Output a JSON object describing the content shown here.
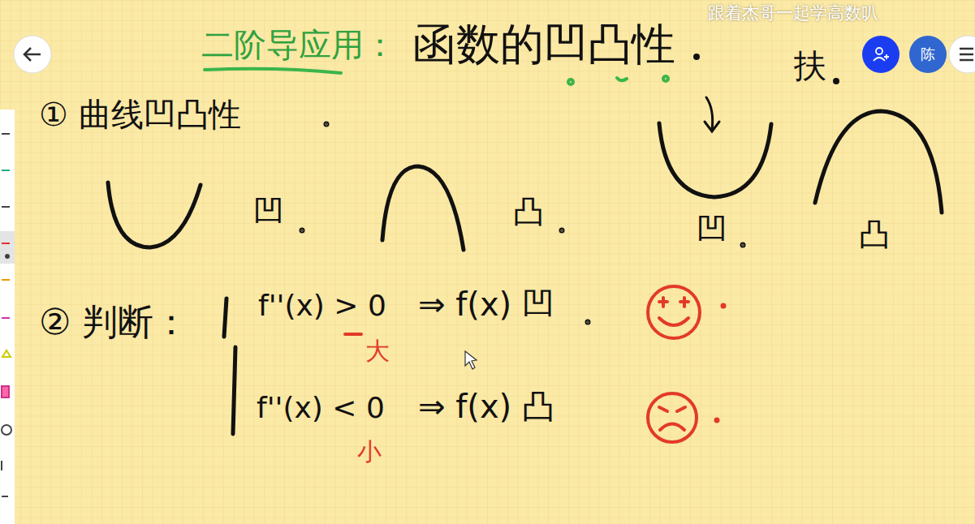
{
  "diagram": {
    "title": "函数的凹凸性",
    "nodes": [
      {
        "text": [
          "陈"
        ]
      }
    ],
    "labels": [
      "二阶导应用：",
      "① 曲线凹凸性",
      "凹",
      "凸",
      "扶",
      "凹",
      "凸",
      "② 判断：",
      "f''(x) > 0",
      "大",
      "⇒ f(x) 凹",
      "f''(x) < 0",
      "小",
      "⇒ f(x) 凸",
      "跟着杰哥一起学高数叭"
    ]
  }
}
